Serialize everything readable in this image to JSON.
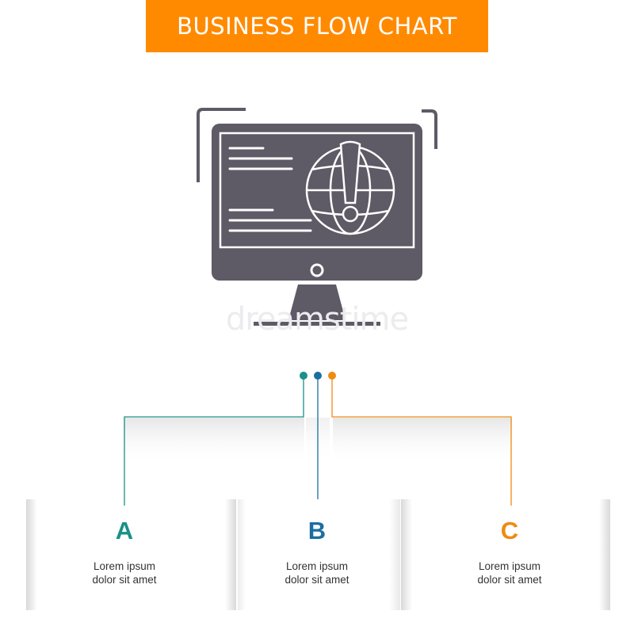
{
  "banner": {
    "title": "BUSINESS FLOW CHART",
    "color": "#ff8a00"
  },
  "icon": {
    "name": "monitor-globe-warning-icon",
    "color": "#5e5a66"
  },
  "watermark": {
    "text": "dreamstime"
  },
  "steps": [
    {
      "letter": "A",
      "line1": "Lorem ipsum",
      "line2": "dolor sit amet",
      "color": "#1a9088"
    },
    {
      "letter": "B",
      "line1": "Lorem ipsum",
      "line2": "dolor sit amet",
      "color": "#1b6fa0"
    },
    {
      "letter": "C",
      "line1": "Lorem ipsum",
      "line2": "dolor sit amet",
      "color": "#f08a12"
    }
  ]
}
